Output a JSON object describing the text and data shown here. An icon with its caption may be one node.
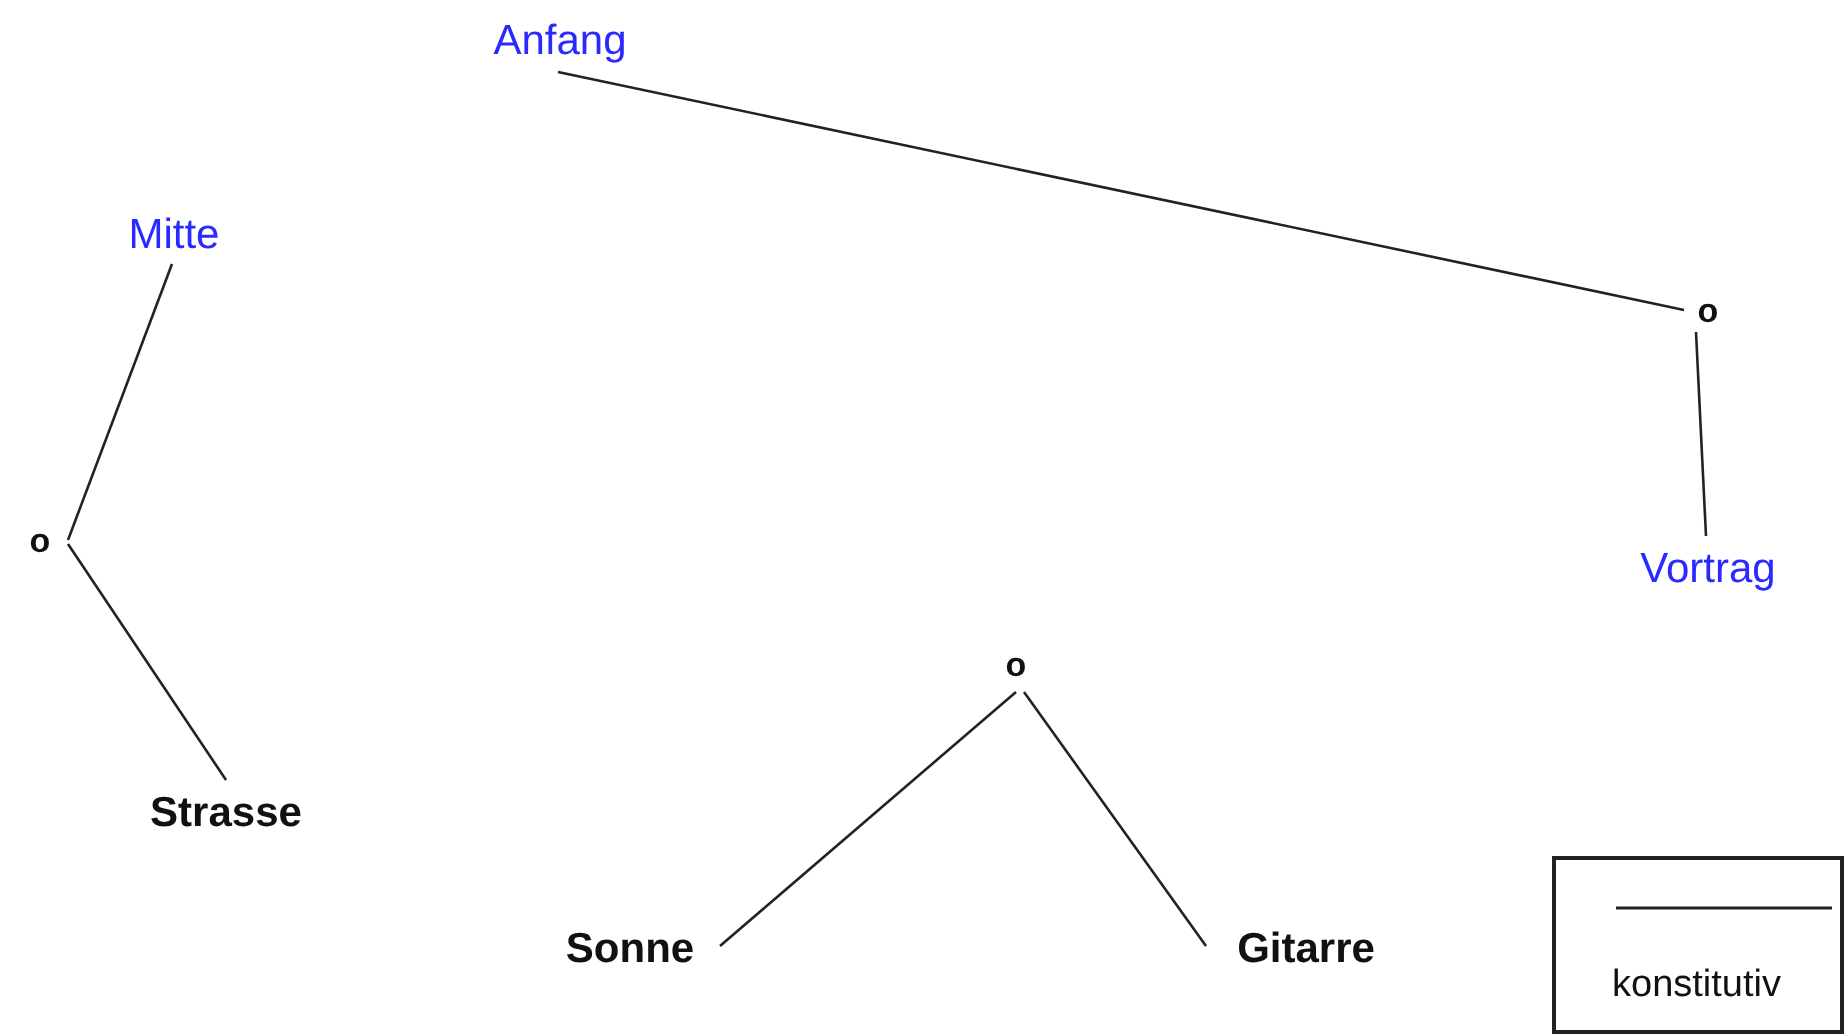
{
  "diagram": {
    "nodes": [
      {
        "text": [
          "Anfang"
        ]
      },
      {
        "text": [
          "Mitte"
        ]
      },
      {
        "text": [
          "o"
        ]
      },
      {
        "text": [
          "o"
        ]
      },
      {
        "text": [
          "Vortrag"
        ]
      },
      {
        "text": [
          "o"
        ]
      },
      {
        "text": [
          "Strasse"
        ]
      },
      {
        "text": [
          "Sonne"
        ]
      },
      {
        "text": [
          "Gitarre"
        ]
      }
    ],
    "edges": [
      {
        "from": 0,
        "to": 2,
        "arrow": "none"
      },
      {
        "from": 2,
        "to": 4,
        "arrow": "none"
      },
      {
        "from": 1,
        "to": 3,
        "arrow": "none"
      },
      {
        "from": 3,
        "to": 6,
        "arrow": "none"
      },
      {
        "from": 5,
        "to": 7,
        "arrow": "none"
      },
      {
        "from": 5,
        "to": 8,
        "arrow": "none"
      }
    ],
    "legend": [
      {
        "text": "konstitutiv"
      }
    ]
  }
}
